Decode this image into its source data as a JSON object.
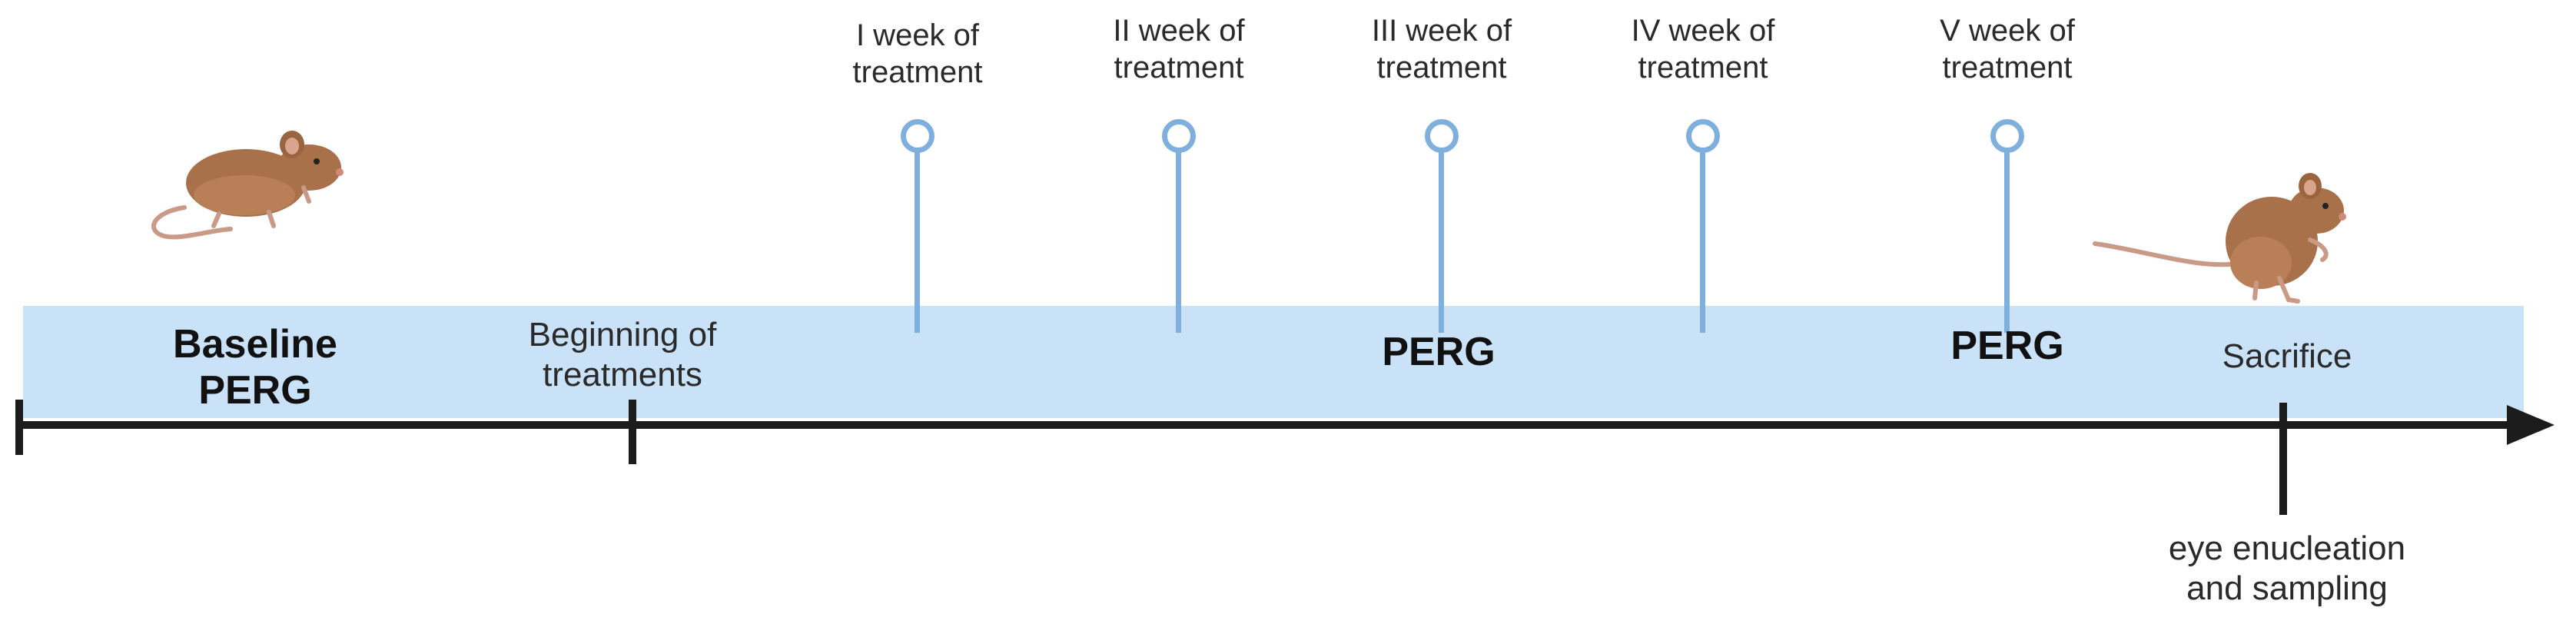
{
  "timeline": {
    "baseline_line1": "Baseline",
    "baseline_line2": "PERG",
    "beginning_line1": "Beginning of",
    "beginning_line2": "treatments",
    "perg_mid": "PERG",
    "perg_late": "PERG",
    "sacrifice": "Sacrifice",
    "after_line1": "eye enucleation",
    "after_line2": "and sampling"
  },
  "weeks": [
    {
      "line1": "I week of",
      "line2": "treatment"
    },
    {
      "line1": "II week of",
      "line2": "treatment"
    },
    {
      "line1": "III week of",
      "line2": "treatment"
    },
    {
      "line1": "IV week of",
      "line2": "treatment"
    },
    {
      "line1": "V week of",
      "line2": "treatment"
    }
  ],
  "colors": {
    "band": "#c9e2f7",
    "pin": "#7fb0dd",
    "axis": "#1c1c1c",
    "mouse": "#a8714a"
  },
  "icons": {
    "start_mouse": "mouse-standing-icon",
    "end_mouse": "mouse-sitting-icon"
  }
}
